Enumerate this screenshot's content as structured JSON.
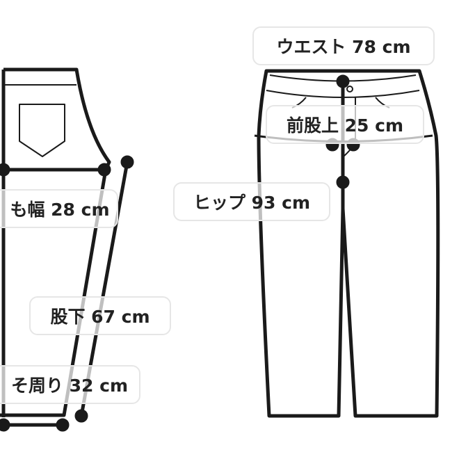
{
  "measurements": {
    "waist": "ウエスト 78 cm",
    "front_rise": "前股上 25 cm",
    "hip": "ヒップ 93 cm",
    "thigh": "も幅 28 cm",
    "inseam": "股下 67 cm",
    "hem": "そ周り 32 cm"
  },
  "colors": {
    "line": "#1a1a1a",
    "label_border": "#e6e6e6"
  }
}
